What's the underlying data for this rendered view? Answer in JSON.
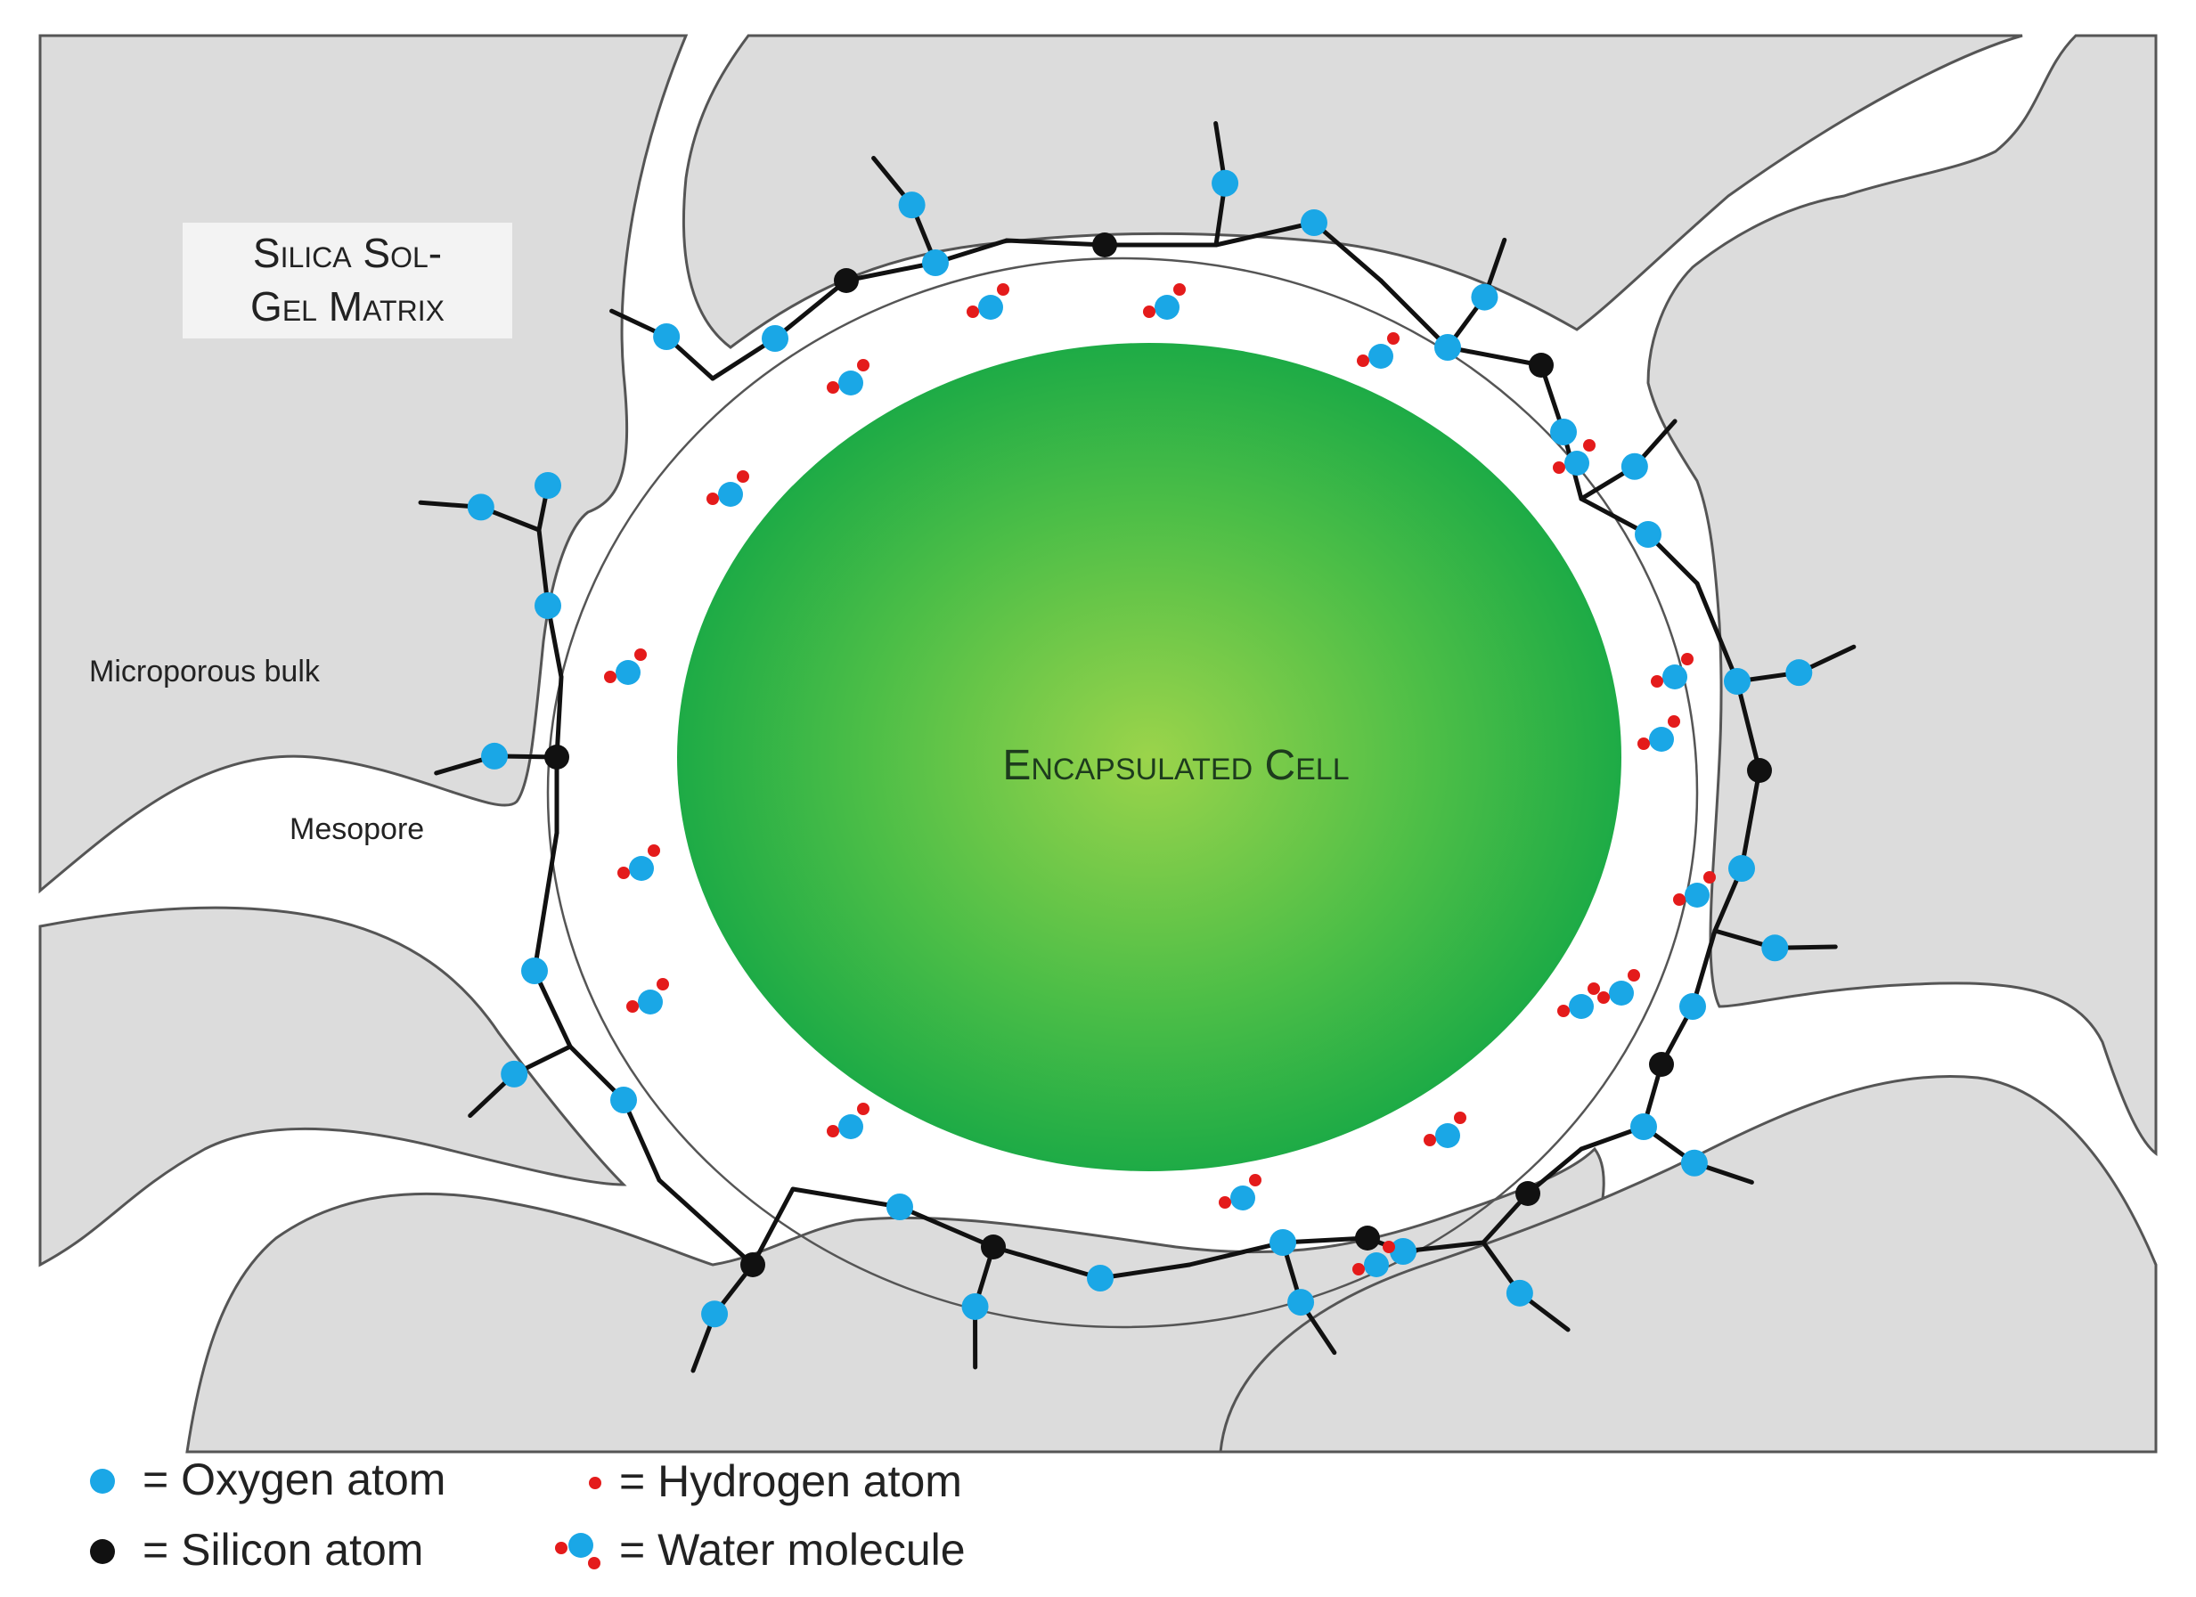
{
  "labels": {
    "matrix_line1": "Silica Sol-",
    "matrix_line2": "Gel Matrix",
    "microporous": "Microporous bulk",
    "mesopore": "Mesopore",
    "cell": "Encapsulated Cell"
  },
  "legend": {
    "oxygen": "= Oxygen atom",
    "silicon": "= Silicon atom",
    "hydrogen": "= Hydrogen atom",
    "water": "= Water molecule"
  },
  "colors": {
    "matrix_fill": "#dcdcdc",
    "matrix_stroke": "#555555",
    "oxygen": "#1aa7e6",
    "silicon": "#111111",
    "hydrogen": "#e41b1b",
    "cell_center": "#9bd44b",
    "cell_edge": "#12a646"
  }
}
